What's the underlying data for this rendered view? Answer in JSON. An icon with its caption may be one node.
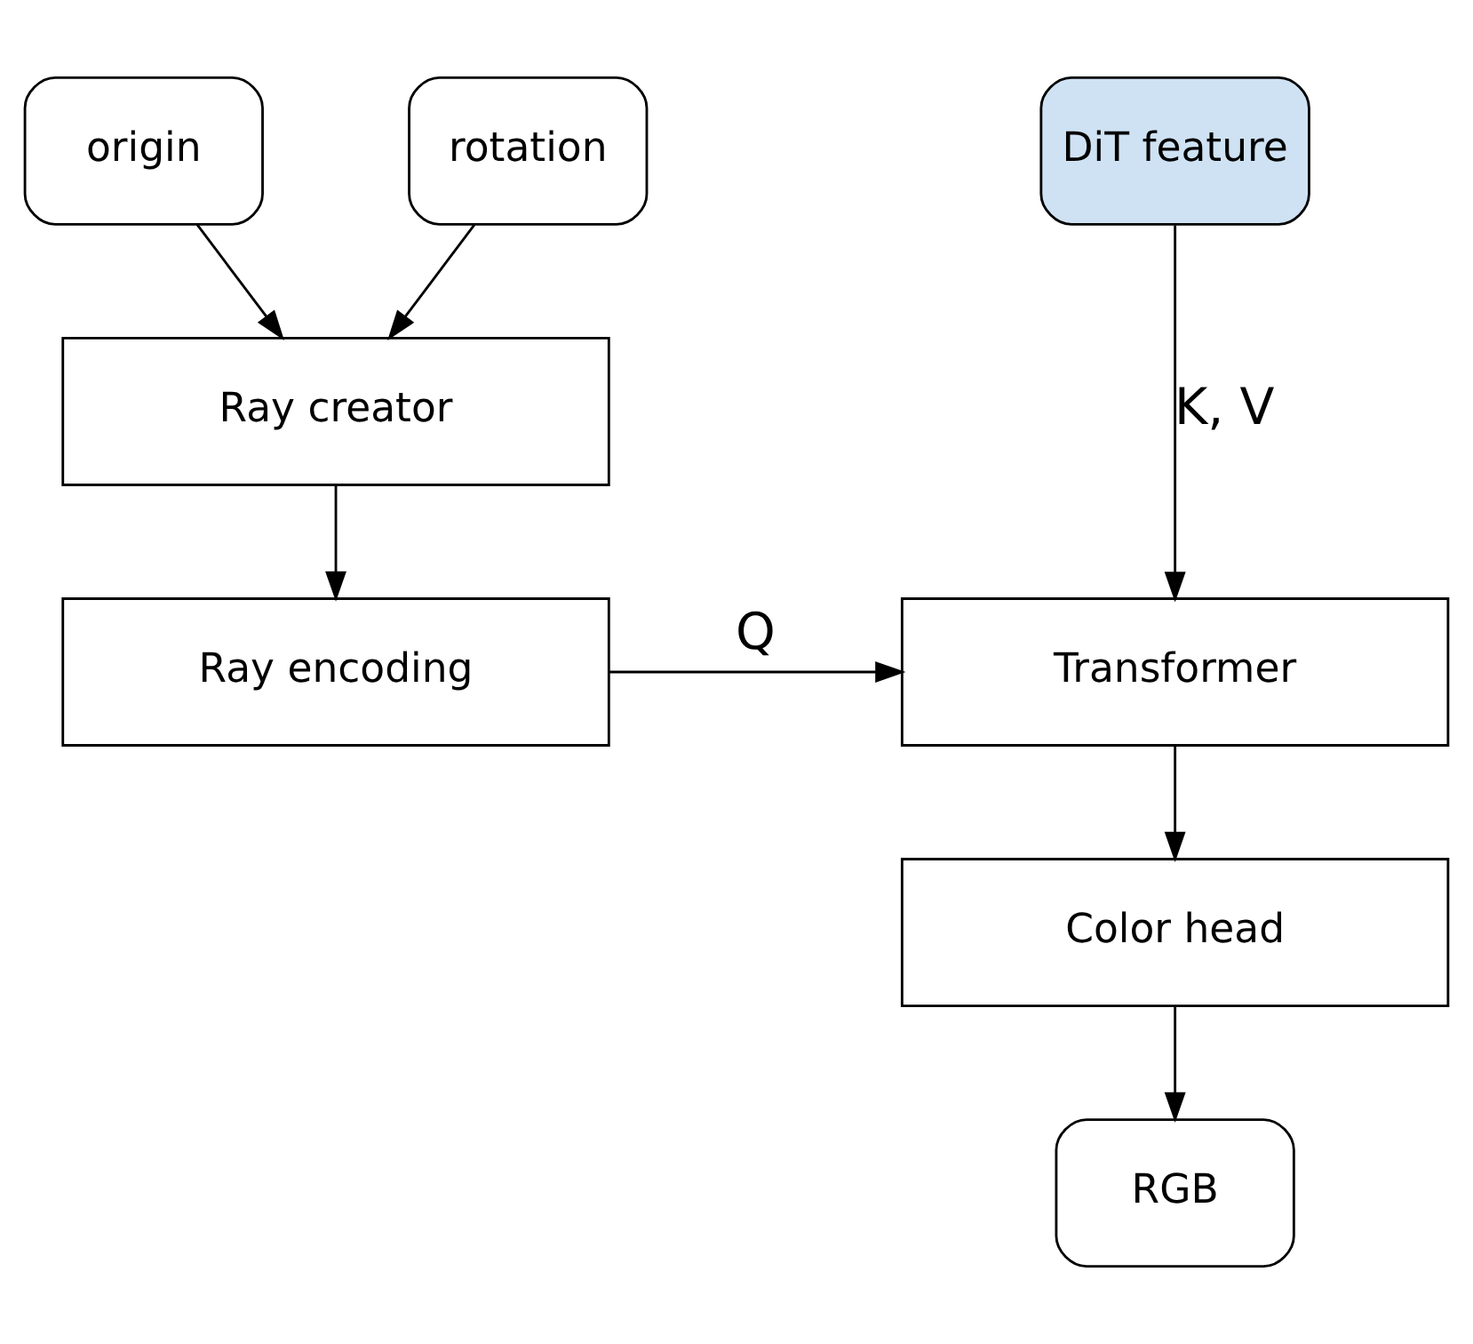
{
  "diagram": {
    "nodes": [
      {
        "text": [
          "origin"
        ]
      },
      {
        "text": [
          "rotation"
        ]
      },
      {
        "text": [
          "Ray creator"
        ]
      },
      {
        "text": [
          "Ray encoding"
        ]
      },
      {
        "text": [
          "DiT feature"
        ]
      },
      {
        "text": [
          "Transformer"
        ]
      },
      {
        "text": [
          "Color head"
        ]
      },
      {
        "text": [
          "RGB"
        ]
      }
    ],
    "edges": [
      {
        "from": 0,
        "to": 2,
        "arrow": "to"
      },
      {
        "from": 1,
        "to": 2,
        "arrow": "to"
      },
      {
        "from": 2,
        "to": 3,
        "arrow": "to"
      },
      {
        "from": 3,
        "to": 5,
        "arrow": "to",
        "label": "Q"
      },
      {
        "from": 4,
        "to": 5,
        "arrow": "to",
        "label": "K, V"
      },
      {
        "from": 5,
        "to": 6,
        "arrow": "to"
      },
      {
        "from": 6,
        "to": 7,
        "arrow": "to"
      }
    ]
  }
}
